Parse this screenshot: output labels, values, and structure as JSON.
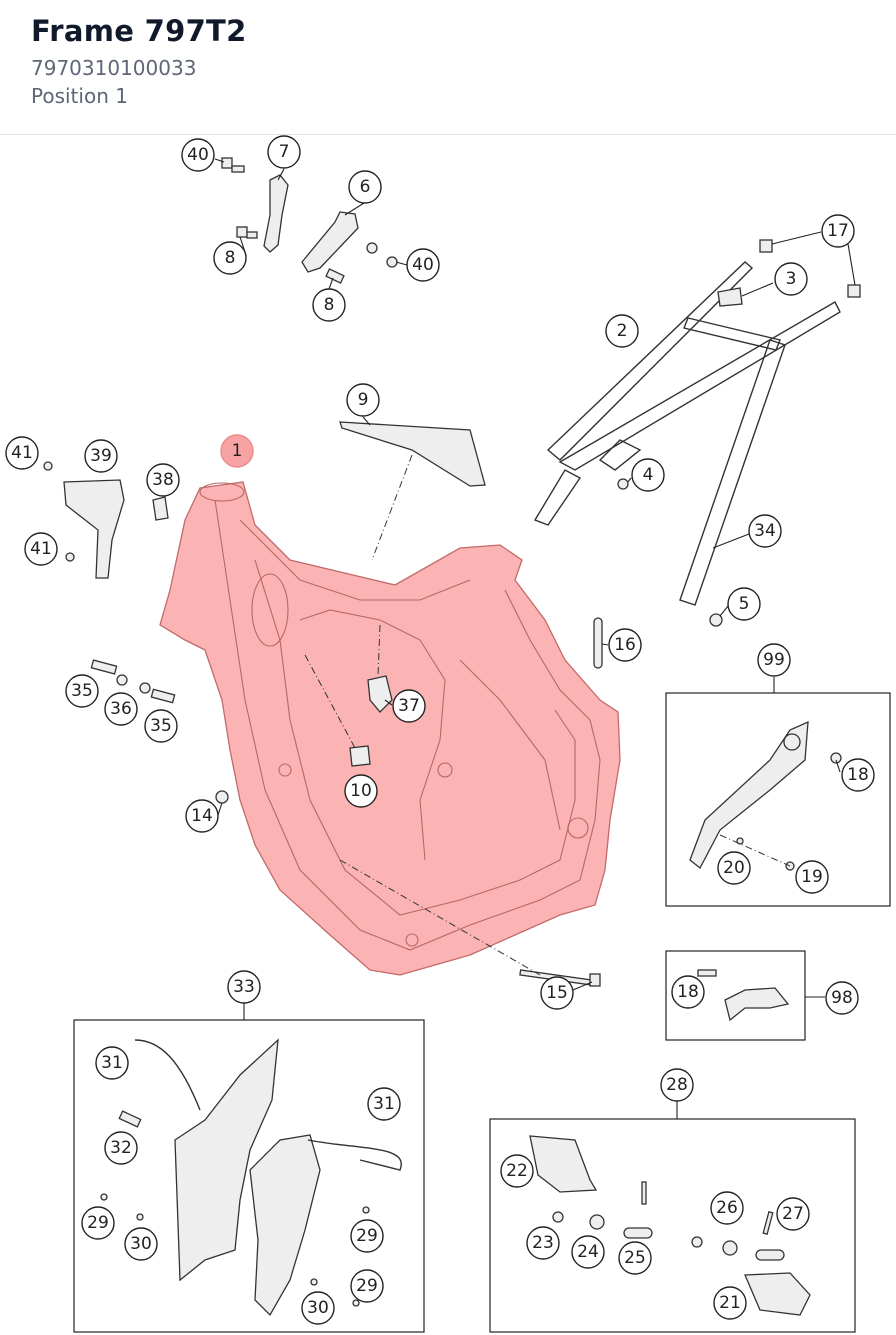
{
  "header": {
    "title": "Frame 797T2",
    "part_number": "7970310100033",
    "position": "Position 1"
  },
  "colors": {
    "highlight": "#fbb3b3",
    "title": "#111a2b",
    "subtitle": "#5e6678"
  },
  "callouts": [
    {
      "id": "c1",
      "label": "1",
      "highlighted": true
    },
    {
      "id": "c2",
      "label": "2"
    },
    {
      "id": "c3",
      "label": "3"
    },
    {
      "id": "c4",
      "label": "4"
    },
    {
      "id": "c5",
      "label": "5"
    },
    {
      "id": "c6",
      "label": "6"
    },
    {
      "id": "c7",
      "label": "7"
    },
    {
      "id": "c8a",
      "label": "8"
    },
    {
      "id": "c8b",
      "label": "8"
    },
    {
      "id": "c9",
      "label": "9"
    },
    {
      "id": "c10",
      "label": "10"
    },
    {
      "id": "c14",
      "label": "14"
    },
    {
      "id": "c15",
      "label": "15"
    },
    {
      "id": "c16",
      "label": "16"
    },
    {
      "id": "c17",
      "label": "17"
    },
    {
      "id": "c18a",
      "label": "18"
    },
    {
      "id": "c18b",
      "label": "18"
    },
    {
      "id": "c19",
      "label": "19"
    },
    {
      "id": "c20",
      "label": "20"
    },
    {
      "id": "c21",
      "label": "21"
    },
    {
      "id": "c22",
      "label": "22"
    },
    {
      "id": "c23",
      "label": "23"
    },
    {
      "id": "c24",
      "label": "24"
    },
    {
      "id": "c25",
      "label": "25"
    },
    {
      "id": "c26",
      "label": "26"
    },
    {
      "id": "c27",
      "label": "27"
    },
    {
      "id": "c28",
      "label": "28"
    },
    {
      "id": "c29a",
      "label": "29"
    },
    {
      "id": "c29b",
      "label": "29"
    },
    {
      "id": "c29c",
      "label": "29"
    },
    {
      "id": "c30a",
      "label": "30"
    },
    {
      "id": "c30b",
      "label": "30"
    },
    {
      "id": "c31a",
      "label": "31"
    },
    {
      "id": "c31b",
      "label": "31"
    },
    {
      "id": "c32",
      "label": "32"
    },
    {
      "id": "c33",
      "label": "33"
    },
    {
      "id": "c34",
      "label": "34"
    },
    {
      "id": "c35a",
      "label": "35"
    },
    {
      "id": "c35b",
      "label": "35"
    },
    {
      "id": "c36",
      "label": "36"
    },
    {
      "id": "c37",
      "label": "37"
    },
    {
      "id": "c38",
      "label": "38"
    },
    {
      "id": "c39",
      "label": "39"
    },
    {
      "id": "c40a",
      "label": "40"
    },
    {
      "id": "c40b",
      "label": "40"
    },
    {
      "id": "c41a",
      "label": "41"
    },
    {
      "id": "c41b",
      "label": "41"
    },
    {
      "id": "c98",
      "label": "98"
    },
    {
      "id": "c99",
      "label": "99"
    }
  ]
}
